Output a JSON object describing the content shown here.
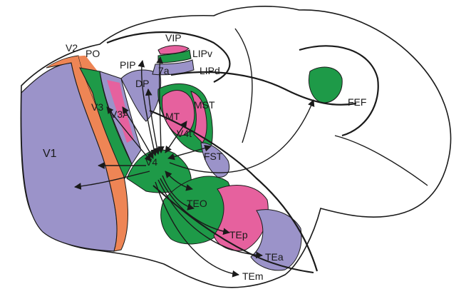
{
  "colors": {
    "purple": "#9b93c9",
    "orange": "#ee8555",
    "green": "#1e9a48",
    "pink": "#e6619e",
    "outline": "#1a1a1a"
  },
  "labels": {
    "v1": "V1",
    "v2": "V2",
    "po": "PO",
    "pip": "PIP",
    "vip": "VIP",
    "lipv": "LIPv",
    "lipd": "LIPd",
    "a7a": "7a",
    "dp": "DP",
    "v3": "V3",
    "v3a": "V3A",
    "mt": "MT",
    "mst": "MST",
    "v4t": "V4t",
    "fst": "FST",
    "v4": "V4",
    "teo": "TEO",
    "tep": "TEp",
    "tea": "TEa",
    "tem": "TEm",
    "fef": "FEF"
  }
}
